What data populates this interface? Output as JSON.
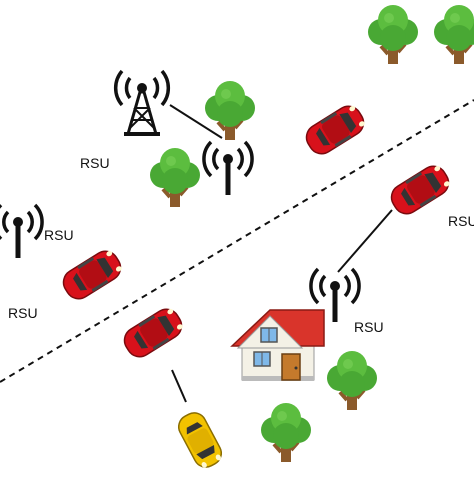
{
  "labels": {
    "rsu_top": "RSU",
    "rsu_left_top": "RSU",
    "rsu_left_bottom": "RSU",
    "rsu_right_top": "RSU",
    "rsu_right_bottom": "RSU"
  },
  "colors": {
    "car_red": "#d8111b",
    "car_yellow": "#f2c200",
    "tree_green": "#49a834",
    "trunk_brown": "#8b5a2b",
    "house_roof": "#d9342b",
    "house_wall": "#f4f1e6",
    "house_door": "#c47a2c",
    "road_line": "#111111"
  },
  "icons": [
    "cell-tower-icon",
    "antenna-icon",
    "car-icon",
    "tree-icon",
    "house-icon"
  ]
}
